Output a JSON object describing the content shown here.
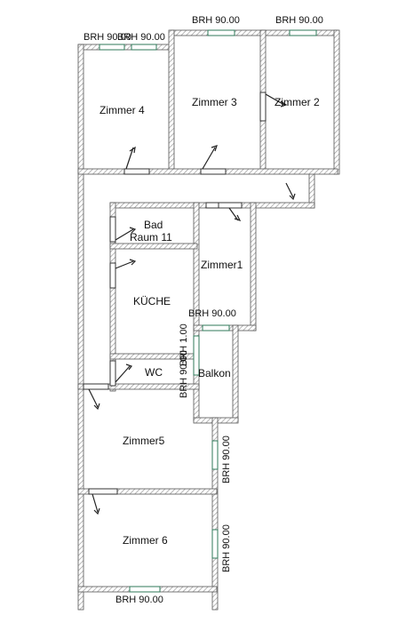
{
  "rooms": {
    "zimmer4": "Zimmer 4",
    "zimmer3": "Zimmer 3",
    "zimmer2": "Zimmer 2",
    "bad_line1": "Bad",
    "bad_line2": "Raum 11",
    "zimmer1": "Zimmer1",
    "kueche": "KÜCHE",
    "wc": "WC",
    "balkon": "Balkon",
    "zimmer5": "Zimmer5",
    "zimmer6": "Zimmer 6"
  },
  "window_labels": {
    "top_left_a": "BRH 90.00",
    "top_left_b": "BRH 90.00",
    "top_mid": "BRH 90.00",
    "top_right": "BRH 90.00",
    "balkon_top": "BRH 90.00",
    "wc_vertical_a": "BRH 90.00",
    "wc_vertical_b": "BRH 1.00",
    "zimmer5_side": "BRH 90.00",
    "zimmer6_side": "BRH 90.00",
    "bottom": "BRH 90.00"
  },
  "colors": {
    "wall": "#555555",
    "hatch": "#9a9a9a",
    "window": "#2f7a5a"
  }
}
